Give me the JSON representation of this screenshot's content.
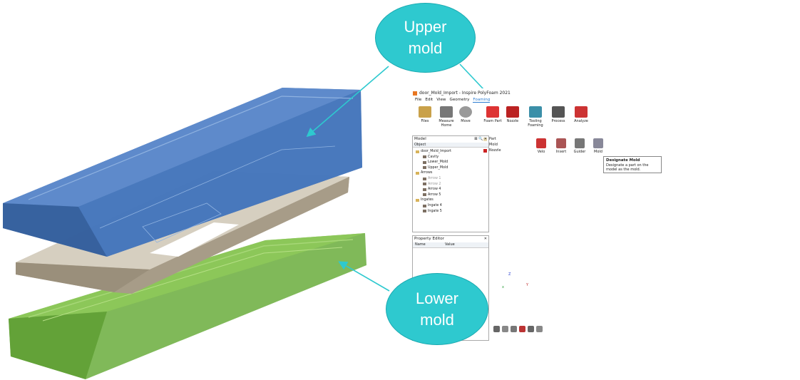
{
  "callouts": {
    "upper": "Upper\nmold",
    "lower": "Lower\nmold"
  },
  "app": {
    "title": "door_Mold_Import - Inspire PolyFoam 2021",
    "menu": [
      "File",
      "Edit",
      "View",
      "Geometry",
      "Foaming"
    ],
    "active_menu": "Foaming",
    "ribbon": {
      "files": "Files",
      "measure": "Measure",
      "home": "Home",
      "move": "Move",
      "foam_part": "Foam Part",
      "nozzle": "Nozzle",
      "tooling": "Tooling",
      "foaming": "Foaming",
      "process": "Process",
      "analyze": "Analyze"
    },
    "subtools": {
      "items": [
        "Part",
        "Mold",
        "Nozzle"
      ],
      "buttons": [
        "Velo",
        "Insert",
        "Guider",
        "Mold"
      ]
    },
    "tooltip": {
      "title": "Designate Mold",
      "body": "Designate a part on the model as the mold."
    },
    "model_panel": {
      "title": "Model",
      "header_icons": "⊠ 🔍 ✕",
      "column": "Object",
      "tree": [
        {
          "label": "door_Mold_Import",
          "level": 0,
          "dim": false
        },
        {
          "label": "Cavity",
          "level": 1,
          "dim": false
        },
        {
          "label": "Lower_Mold",
          "level": 1,
          "dim": false
        },
        {
          "label": "Upper_Mold",
          "level": 1,
          "dim": false
        },
        {
          "label": "Arrows",
          "level": 0,
          "dim": false
        },
        {
          "label": "Arrow 1",
          "level": 1,
          "dim": true
        },
        {
          "label": "Arrow 2",
          "level": 1,
          "dim": true
        },
        {
          "label": "Arrow 4",
          "level": 1,
          "dim": false
        },
        {
          "label": "Arrow 5",
          "level": 1,
          "dim": false
        },
        {
          "label": "Ingates",
          "level": 0,
          "dim": false
        },
        {
          "label": "Ingate 4",
          "level": 1,
          "dim": false
        },
        {
          "label": "Ingate 5",
          "level": 1,
          "dim": false
        }
      ]
    },
    "property_editor": {
      "title": "Property Editor",
      "close": "✕",
      "col_name": "Name",
      "col_value": "Value"
    },
    "axes": {
      "x": "x",
      "y": "Y",
      "z": "Z"
    }
  },
  "colors": {
    "callout_fill": "#2ec9cf",
    "arrow": "#2ec9cf",
    "upper_mold": "#3e6fb5",
    "lower_mold": "#6aad3c",
    "cavity": "#c9c0ae"
  }
}
